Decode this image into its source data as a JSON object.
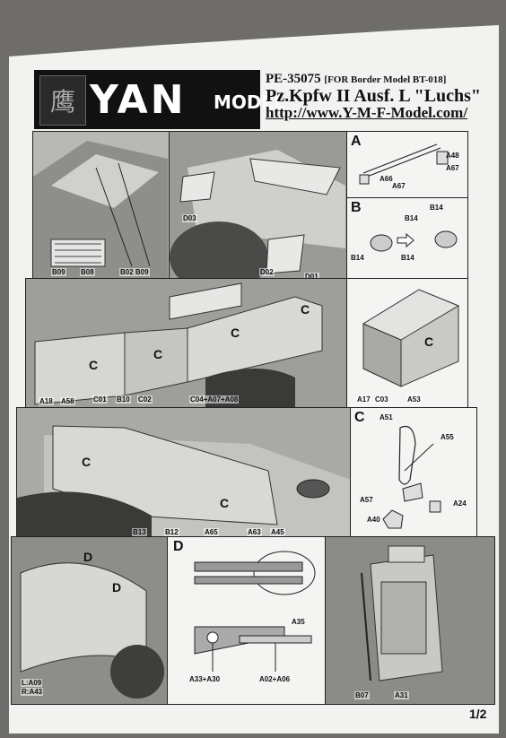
{
  "header": {
    "brand": "YAN",
    "brand_sub": "MODEL",
    "logo_glyph": "鹰",
    "code": "PE-35075",
    "for_text": "[FOR Border Model BT-018]",
    "title": "Pz.Kpfw II Ausf. L \"Luchs\"",
    "url": "http://www.Y-M-F-Model.com/"
  },
  "page_number": "1/2",
  "panels": {
    "p1": {
      "labels": [
        "B09",
        "B08",
        "B02 B09"
      ]
    },
    "p2": {
      "labels": [
        "D03",
        "D02",
        "D01"
      ]
    },
    "A": {
      "letter": "A",
      "labels": [
        "A48",
        "A67",
        "A66",
        "A67"
      ]
    },
    "B": {
      "letter": "B",
      "labels": [
        "B14",
        "B14",
        "B14",
        "B14"
      ]
    },
    "p5": {
      "labels": [
        "A18",
        "A58",
        "C01",
        "B10",
        "C02",
        "C04+A07+A08"
      ],
      "callouts": [
        "C",
        "C",
        "C",
        "C"
      ]
    },
    "p6": {
      "labels": [
        "A17",
        "C03",
        "A53"
      ],
      "callouts": [
        "C"
      ]
    },
    "p7": {
      "labels": [
        "B13",
        "B12",
        "A65",
        "A63",
        "A45"
      ],
      "callouts": [
        "C",
        "C"
      ]
    },
    "C": {
      "letter": "C",
      "labels": [
        "A51",
        "A55",
        "A57",
        "A24",
        "A40"
      ]
    },
    "p9": {
      "labels": [
        "L:A09",
        "R:A43"
      ],
      "callouts": [
        "D",
        "D"
      ]
    },
    "D": {
      "letter": "D",
      "labels": [
        "A35",
        "A33+A30",
        "A02+A06"
      ]
    },
    "p11": {
      "labels": [
        "B07",
        "A31"
      ]
    }
  }
}
